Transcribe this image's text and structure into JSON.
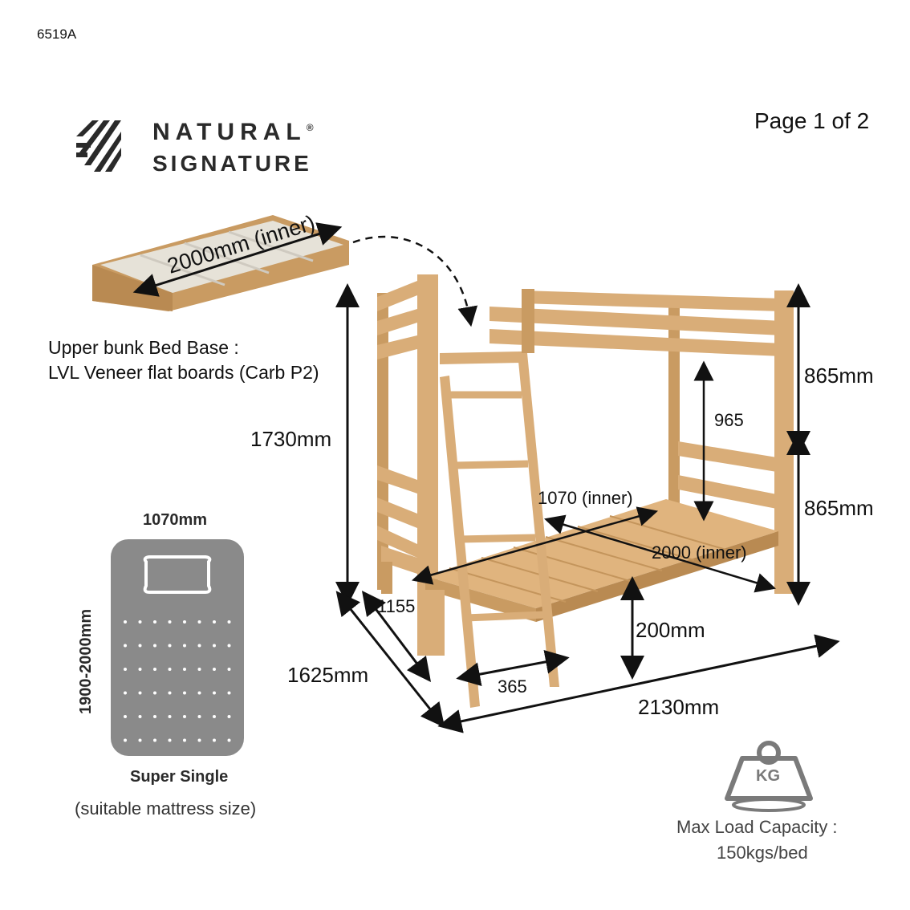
{
  "product_code": "6519A",
  "page_indicator": "Page 1 of 2",
  "brand": {
    "line1": "NATURAL",
    "registered": "®",
    "line2": "SIGNATURE"
  },
  "bed_base": {
    "inner_length": "2000mm (inner)",
    "caption_line1": "Upper bunk Bed Base :",
    "caption_line2": "LVL Veneer flat boards (Carb P2)"
  },
  "dimensions": {
    "total_height": "1730mm",
    "upper_section_height": "865mm",
    "lower_section_height": "865mm",
    "clearance_between_bunks": "965",
    "inner_width": "1070 (inner)",
    "inner_length": "2000 (inner)",
    "width_inner_ladder": "1155",
    "overall_width": "1625mm",
    "ladder_width": "365",
    "under_bed_clearance": "200mm",
    "overall_length": "2130mm"
  },
  "mattress": {
    "width": "1070mm",
    "length": "1900-2000mm",
    "type": "Super Single",
    "note": "(suitable mattress size)"
  },
  "load": {
    "icon_label": "KG",
    "title": "Max Load Capacity :",
    "value": "150kgs/bed"
  },
  "colors": {
    "wood": "#d9ad78",
    "wood_dark": "#b98a52",
    "slat": "#e6e2d8",
    "mattress": "#8a8a8a",
    "icon_gray": "#7a7a7a"
  }
}
